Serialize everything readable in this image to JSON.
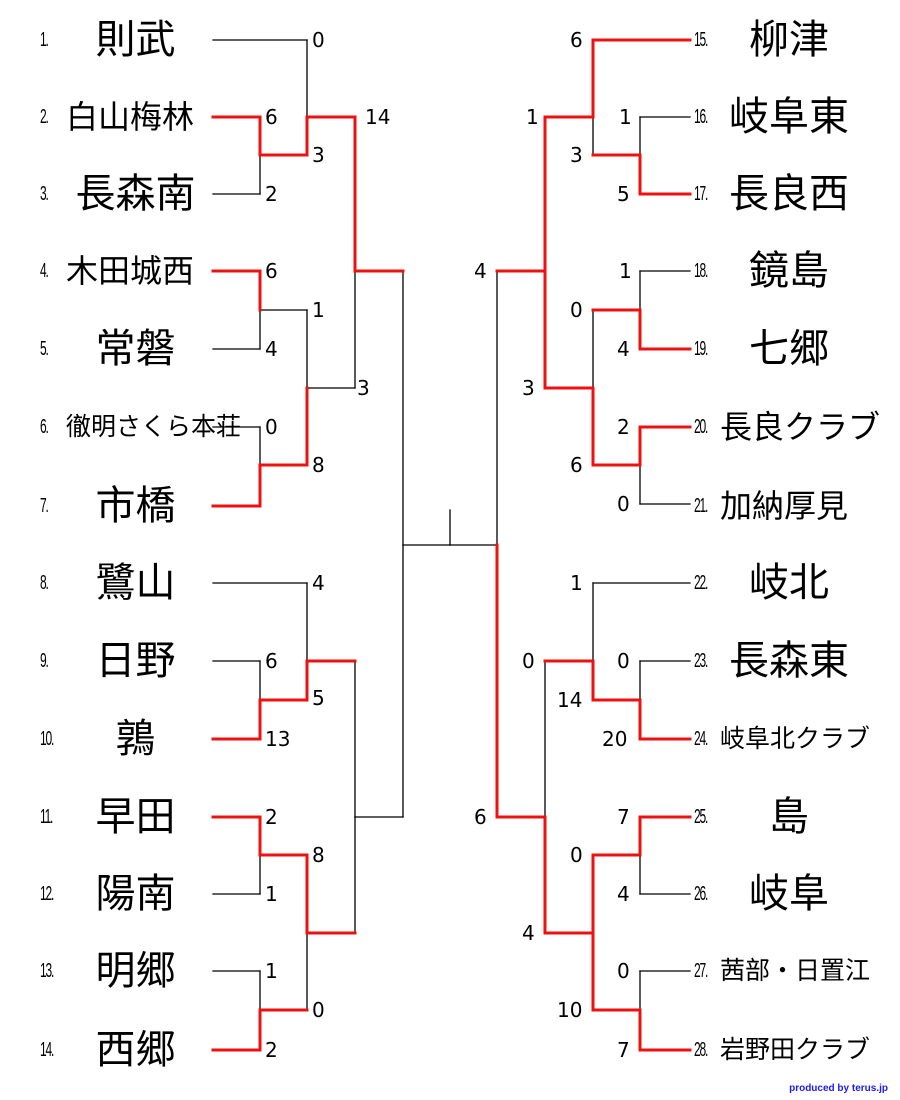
{
  "teams_left": [
    {
      "num": "1.",
      "name": "則武"
    },
    {
      "num": "2.",
      "name": "白山梅林"
    },
    {
      "num": "3.",
      "name": "長森南"
    },
    {
      "num": "4.",
      "name": "木田城西"
    },
    {
      "num": "5.",
      "name": "常磐"
    },
    {
      "num": "6.",
      "name": "徹明さくら本荘"
    },
    {
      "num": "7.",
      "name": "市橋"
    },
    {
      "num": "8.",
      "name": "鷺山"
    },
    {
      "num": "9.",
      "name": "日野"
    },
    {
      "num": "10.",
      "name": "鶉"
    },
    {
      "num": "11.",
      "name": "早田"
    },
    {
      "num": "12.",
      "name": "陽南"
    },
    {
      "num": "13.",
      "name": "明郷"
    },
    {
      "num": "14.",
      "name": "西郷"
    }
  ],
  "teams_right": [
    {
      "num": "15.",
      "name": "柳津"
    },
    {
      "num": "16.",
      "name": "岐阜東"
    },
    {
      "num": "17.",
      "name": "長良西"
    },
    {
      "num": "18.",
      "name": "鏡島"
    },
    {
      "num": "19.",
      "name": "七郷"
    },
    {
      "num": "20.",
      "name": "長良クラブ"
    },
    {
      "num": "21.",
      "name": "加納厚見"
    },
    {
      "num": "22.",
      "name": "岐北"
    },
    {
      "num": "23.",
      "name": "長森東"
    },
    {
      "num": "24.",
      "name": "岐阜北クラブ"
    },
    {
      "num": "25.",
      "name": "島"
    },
    {
      "num": "26.",
      "name": "岐阜"
    },
    {
      "num": "27.",
      "name": "茜部・日置江"
    },
    {
      "num": "28.",
      "name": "岩野田クラブ"
    }
  ],
  "scores": [
    "0",
    "6",
    "2",
    "3",
    "14",
    "6",
    "4",
    "1",
    "3",
    "8",
    "0",
    "4",
    "6",
    "13",
    "5",
    "2",
    "1",
    "8",
    "1",
    "2",
    "0",
    "6",
    "1",
    "5",
    "3",
    "1",
    "1",
    "4",
    "0",
    "2",
    "0",
    "6",
    "3",
    "4",
    "1",
    "0",
    "20",
    "14",
    "0",
    "7",
    "4",
    "0",
    "0",
    "7",
    "10",
    "4",
    "6"
  ],
  "credit": "produced by terus.jp",
  "colors": {
    "winner_line": "#ee1111",
    "line": "#000000",
    "credit": "#1a1aff"
  }
}
